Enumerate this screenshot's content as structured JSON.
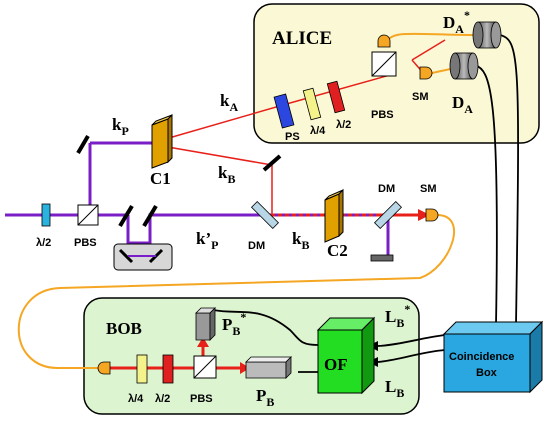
{
  "colors": {
    "pump": "#7a1fc7",
    "red_beam": "#e8201a",
    "fiber": "#f5a623",
    "alice_bg": "#fbf8d6",
    "bob_bg": "#dcf5d0",
    "of_green": "#22dd22",
    "coincidence_blue": "#2aa7e0",
    "ps_blue": "#2b47e0",
    "qwp_yellow": "#f4f28a",
    "hwp_red": "#e02020",
    "crystal_gold": "#e0a000",
    "hwp_cyan": "#2bb3e0"
  },
  "labels": {
    "alice": "ALICE",
    "bob": "BOB",
    "k_p_main": "k",
    "k_p_sub": "P",
    "k_a_main": "k",
    "k_a_sub": "A",
    "k_b1_main": "k",
    "k_b1_sub": "B",
    "k_b2_main": "k",
    "k_b2_sub": "B",
    "k_pp_main": "k’",
    "k_pp_sub": "P",
    "c1": "C1",
    "c2": "C2",
    "dm1": "DM",
    "dm2": "DM",
    "sm_top": "SM",
    "sm_alice": "SM",
    "pbs_left": "PBS",
    "pbs_alice": "PBS",
    "pbs_bob": "PBS",
    "hwp_left": "λ/2",
    "ps": "PS",
    "qwp_alice": "λ/4",
    "hwp_alice": "λ/2",
    "qwp_bob": "λ/4",
    "hwp_bob": "λ/2",
    "da_star_main": "D",
    "da_star_sub": "A",
    "da_star_sup": "*",
    "da_main": "D",
    "da_sub": "A",
    "pb_star_main": "P",
    "pb_star_sub": "B",
    "pb_star_sup": "*",
    "pb_main": "P",
    "pb_sub": "B",
    "lb_star_main": "L",
    "lb_star_sub": "B",
    "lb_star_sup": "*",
    "lb_main": "L",
    "lb_sub": "B",
    "of": "OF",
    "coincidence_line1": "Coincidence",
    "coincidence_line2": "Box"
  }
}
